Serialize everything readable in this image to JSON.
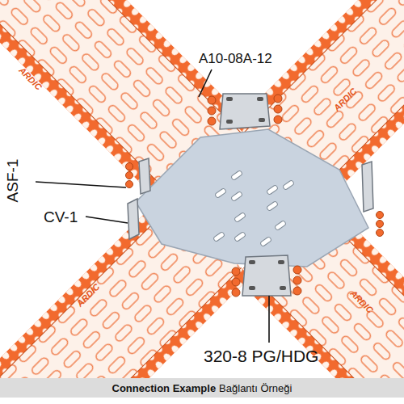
{
  "diagram": {
    "caption": "Connection Example",
    "labels": [
      "A10-08A-12",
      "ASF-1",
      "CV-1",
      "320-8 PG/HDG",
      "ARDIC",
      "ARDIC",
      "ARDIC",
      "ARDIC",
      "Bağlantı Örneği"
    ]
  }
}
